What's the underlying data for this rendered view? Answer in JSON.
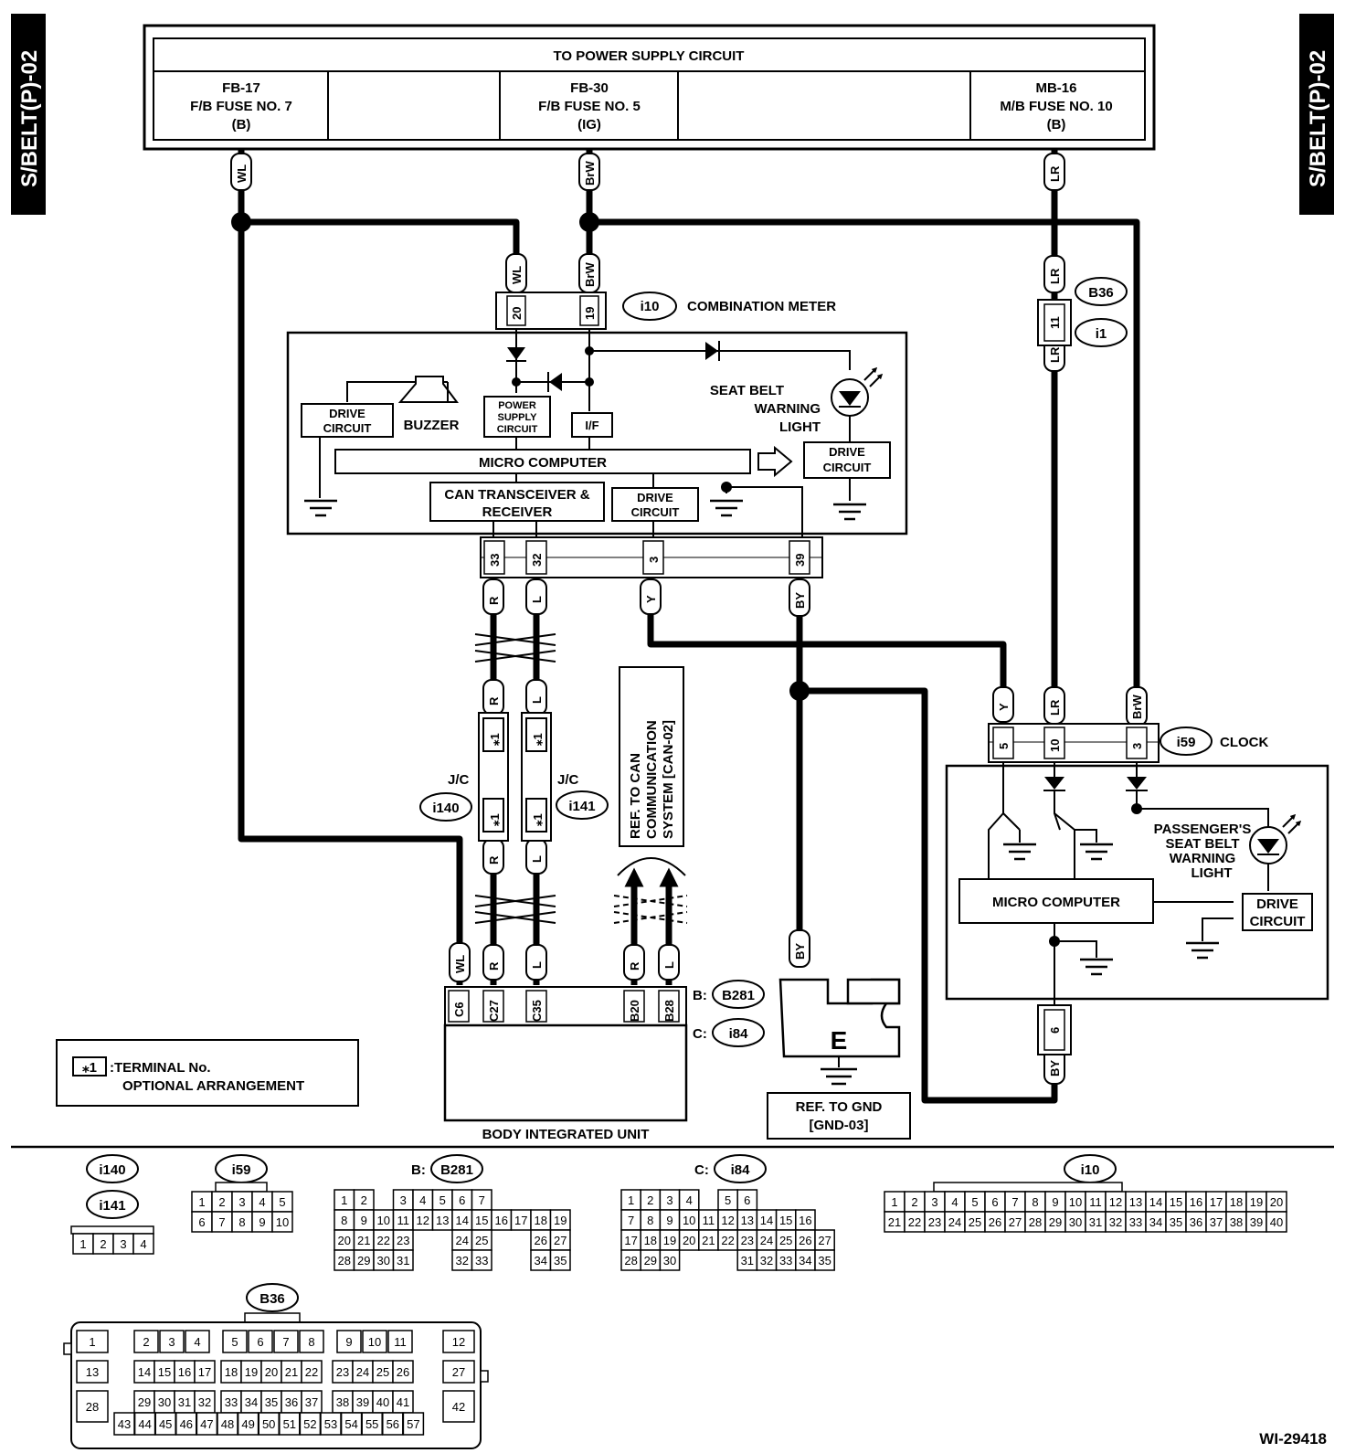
{
  "side_tab": "S/BELT(P)-02",
  "power": {
    "title": "TO POWER SUPPLY CIRCUIT",
    "fuses": [
      {
        "code": "FB-17",
        "name": "F/B FUSE NO. 7",
        "type": "(B)"
      },
      {
        "code": "FB-30",
        "name": "F/B FUSE NO. 5",
        "type": "(IG)"
      },
      {
        "code": "MB-16",
        "name": "M/B FUSE NO. 10",
        "type": "(B)"
      }
    ]
  },
  "wires": {
    "wl": "WL",
    "brw": "BrW",
    "lr": "LR",
    "r": "R",
    "l": "L",
    "y": "Y",
    "by": "BY"
  },
  "meter": {
    "connector": "i10",
    "name": "COMBINATION METER",
    "pin_20": "20",
    "pin_19": "19",
    "seatbelt_light": [
      "SEAT BELT",
      "WARNING",
      "LIGHT"
    ],
    "drive_circuit": [
      "DRIVE",
      "CIRCUIT"
    ],
    "buzzer": "BUZZER",
    "power_supply": [
      "POWER",
      "SUPPLY",
      "CIRCUIT"
    ],
    "interface": "I/F",
    "micro": "MICRO COMPUTER",
    "can": [
      "CAN TRANSCEIVER &",
      "RECEIVER"
    ],
    "bottom_pins": [
      "33",
      "32",
      "3",
      "39"
    ]
  },
  "b36": {
    "connector": "B36",
    "pin": "11",
    "mate": "i1"
  },
  "jc": {
    "label": "J/C",
    "left": "i140",
    "right": "i141",
    "terminal_mark": "⁎1"
  },
  "ref_can": [
    "REF. TO CAN",
    "COMMUNICATION",
    "SYSTEM [CAN-02]"
  ],
  "clock": {
    "connector": "i59",
    "name": "CLOCK",
    "pins": [
      "5",
      "10",
      "3"
    ],
    "micro": "MICRO COMPUTER",
    "light": [
      "PASSENGER'S",
      "SEAT BELT",
      "WARNING",
      "LIGHT"
    ],
    "drive_circuit": [
      "DRIVE",
      "CIRCUIT"
    ],
    "pin_bottom": "6"
  },
  "biu": {
    "name": "BODY INTEGRATED UNIT",
    "pins": [
      "C6",
      "C27",
      "C35",
      "B20",
      "B28"
    ],
    "b_prefix": "B:",
    "b_conn": "B281",
    "c_prefix": "C:",
    "c_conn": "i84"
  },
  "ground": {
    "letter": "E",
    "ref": [
      "REF. TO GND",
      "[GND-03]"
    ]
  },
  "legend": {
    "mark": "⁎1",
    "text": [
      ":TERMINAL No.",
      "OPTIONAL ARRANGEMENT"
    ]
  },
  "connectors": {
    "i140": "i140",
    "i141": "i141",
    "i140_pins": [
      "1",
      "2",
      "3",
      "4"
    ],
    "i59": "i59",
    "i59_rows": [
      [
        "1",
        "2",
        "3",
        "4",
        "5"
      ],
      [
        "6",
        "7",
        "8",
        "9",
        "10"
      ]
    ],
    "b281_prefix": "B:",
    "b281": "B281",
    "b281_rows": [
      [
        "1",
        "2",
        "",
        "3",
        "4",
        "5",
        "6",
        "7"
      ],
      [
        "8",
        "9",
        "10",
        "11",
        "12",
        "13",
        "14",
        "15",
        "16",
        "17",
        "18",
        "19"
      ],
      [
        "20",
        "21",
        "22",
        "23",
        "",
        "",
        "24",
        "25",
        "",
        "",
        "26",
        "27"
      ],
      [
        "28",
        "29",
        "30",
        "31",
        "",
        "",
        "32",
        "33",
        "",
        "",
        "34",
        "35"
      ]
    ],
    "i84_prefix": "C:",
    "i84": "i84",
    "i84_rows": [
      [
        "1",
        "2",
        "3",
        "4",
        "",
        "5",
        "6"
      ],
      [
        "7",
        "8",
        "9",
        "10",
        "11",
        "12",
        "13",
        "14",
        "15",
        "16"
      ],
      [
        "17",
        "18",
        "19",
        "20",
        "21",
        "22",
        "23",
        "24",
        "25",
        "26",
        "27"
      ],
      [
        "28",
        "29",
        "30",
        "",
        "",
        "",
        "31",
        "32",
        "33",
        "34",
        "35"
      ]
    ],
    "i10": "i10",
    "i10_rows": [
      [
        "1",
        "2",
        "3",
        "4",
        "5",
        "6",
        "7",
        "8",
        "9",
        "10",
        "11",
        "12",
        "13",
        "14",
        "15",
        "16",
        "17",
        "18",
        "19",
        "20"
      ],
      [
        "21",
        "22",
        "23",
        "24",
        "25",
        "26",
        "27",
        "28",
        "29",
        "30",
        "31",
        "32",
        "33",
        "34",
        "35",
        "36",
        "37",
        "38",
        "39",
        "40"
      ]
    ],
    "b36": "B36",
    "b36_rows": [
      [
        "1",
        "2",
        "3",
        "4",
        "5",
        "6",
        "7",
        "8",
        "9",
        "10",
        "11",
        "12"
      ],
      [
        "13",
        "14",
        "15",
        "16",
        "17",
        "18",
        "19",
        "20",
        "21",
        "22",
        "23",
        "24",
        "25",
        "26",
        "27"
      ],
      [
        "28",
        "29",
        "30",
        "31",
        "32",
        "33",
        "34",
        "35",
        "36",
        "37",
        "38",
        "39",
        "40",
        "41",
        "42"
      ],
      [
        "43",
        "44",
        "45",
        "46",
        "47",
        "48",
        "49",
        "50",
        "51",
        "52",
        "53",
        "54",
        "55",
        "56",
        "57"
      ]
    ]
  },
  "figure_id": "WI-29418"
}
